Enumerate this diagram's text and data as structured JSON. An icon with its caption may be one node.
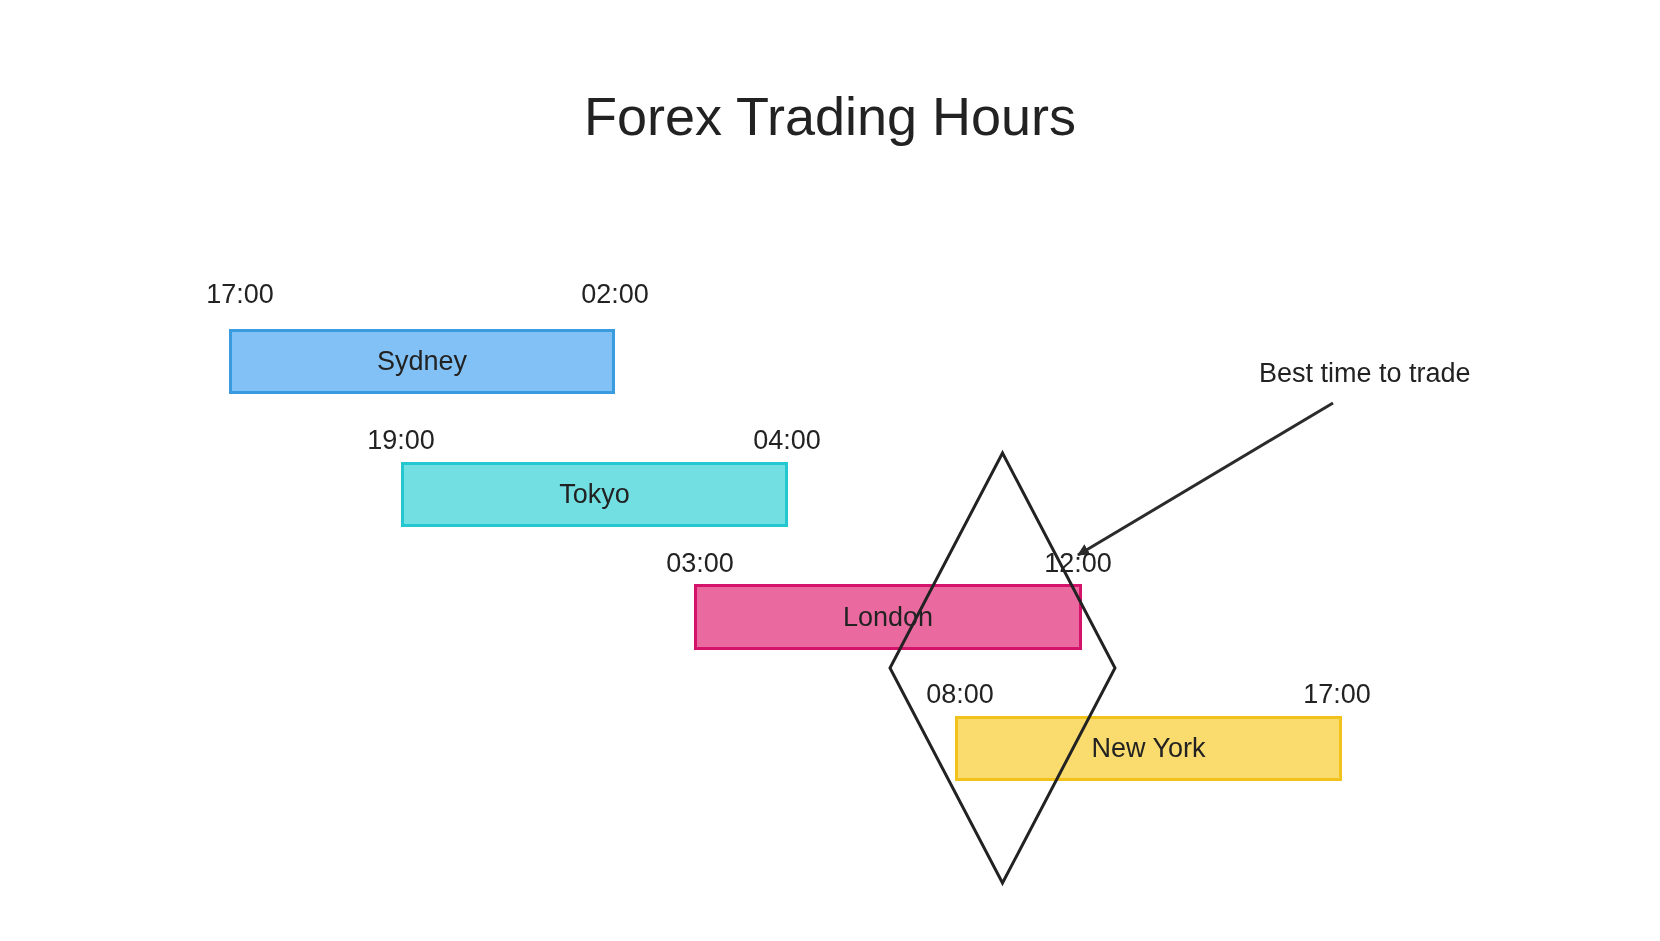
{
  "diagram": {
    "title": "Forex Trading Hours",
    "nodes": [
      {
        "text": [
          "Sydney"
        ]
      },
      {
        "text": [
          "Tokyo"
        ]
      },
      {
        "text": [
          "London"
        ]
      },
      {
        "text": [
          "New York"
        ]
      },
      {
        "text": [
          "Best time to trade"
        ]
      },
      {
        "text": [],
        "shape": "diamond"
      }
    ],
    "edges": [
      {
        "from": 4,
        "to": 5,
        "arrow": "to"
      }
    ],
    "labels": [
      "17:00",
      "02:00",
      "19:00",
      "04:00",
      "03:00",
      "12:00",
      "08:00",
      "17:00"
    ]
  }
}
